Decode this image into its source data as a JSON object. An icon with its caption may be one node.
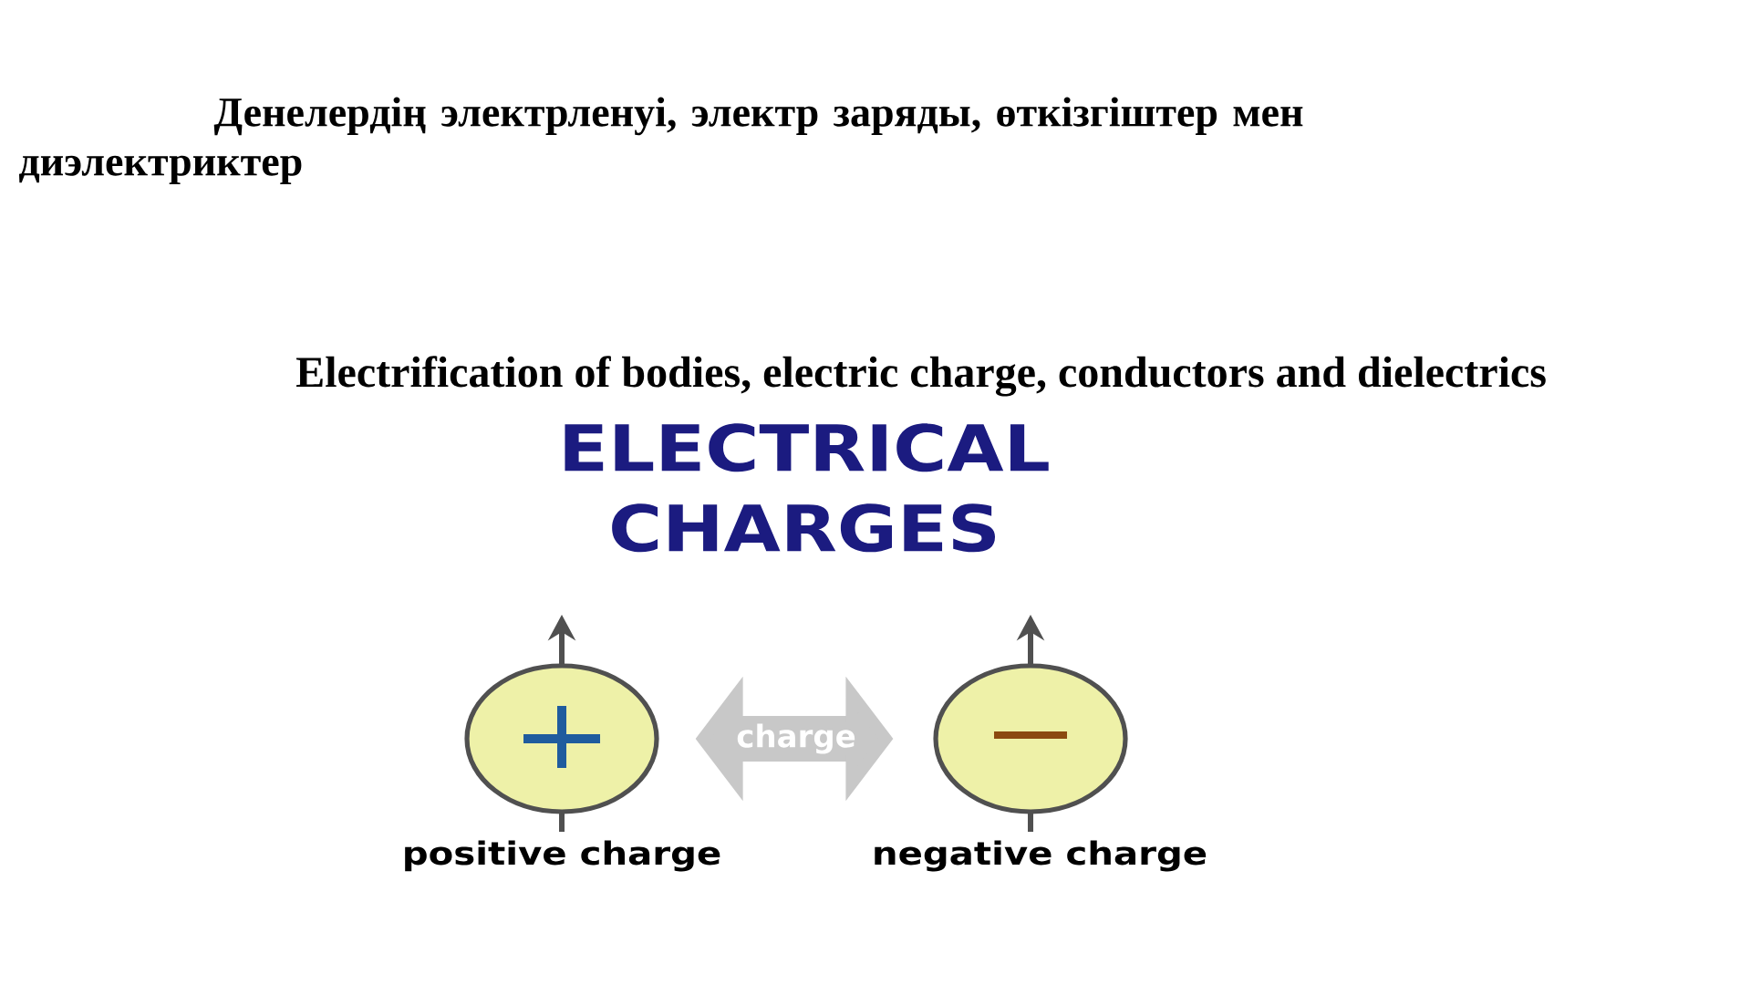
{
  "diagram": {
    "title": "Денелердің электрленуі, электр заряды, өткізгіштер мен диэлектриктер",
    "nodes": [
      {
        "text": [],
        "shape": "circle",
        "beside": [
          "positive charge"
        ]
      },
      {
        "text": [],
        "shape": "circle",
        "beside": [
          "negative charge"
        ]
      }
    ],
    "edges": [
      {
        "from": 0,
        "to": 1,
        "arrow": "both",
        "label": "charge"
      }
    ],
    "labels": [
      "Electrification of bodies, electric charge, conductors and dielectrics",
      "ELECTRICAL CHARGES"
    ]
  }
}
